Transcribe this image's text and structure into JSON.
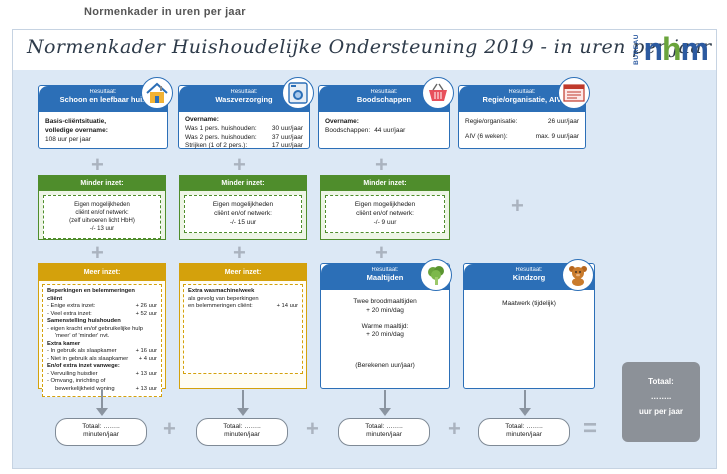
{
  "page_header": "Normenkader in uren per jaar",
  "title": "Normenkader Huishoudelijke Ondersteuning 2019 - in uren per jaar",
  "logo": {
    "bureau": "BUREAU",
    "n": "n",
    "h": "h",
    "m": "m"
  },
  "result_label": "Resultaat:",
  "cards": [
    {
      "title": "Schoon en leefbaar huis",
      "lines": [
        "Basis-cliëntsituatie,",
        "volledige overname:",
        "108 uur per jaar"
      ],
      "icon": "house-icon"
    },
    {
      "title": "Waszverzorging",
      "heading": "Overname:",
      "rows": [
        [
          "Was 1 pers. huishouden:",
          "30 uur/jaar"
        ],
        [
          "Was 2 pers. huishouden:",
          "37 uur/jaar"
        ],
        [
          "Strijken (1 of 2 pers.):",
          "17 uur/jaar"
        ]
      ],
      "icon": "washing-machine-icon"
    },
    {
      "title": "Boodschappen",
      "heading": "Overname:",
      "rows": [
        [
          "Boodschappen:",
          "44 uur/jaar"
        ]
      ],
      "icon": "shopping-basket-icon"
    },
    {
      "title": "Regie/organisatie, AIV",
      "rows": [
        [
          "Regie/organisatie:",
          "26 uur/jaar"
        ],
        [
          "AIV (6 weken):",
          "max. 9 uur/jaar"
        ]
      ],
      "icon": "planner-icon"
    },
    {
      "title": "Maaltijden",
      "lines": [
        "Twee broodmaaltijden",
        "+ 20 min/dag",
        "",
        "Warme maaltijd:",
        "+ 20 min/dag",
        "",
        "",
        "(Berekenen uur/jaar)"
      ],
      "icon": "broccoli-icon"
    },
    {
      "title": "Kindzorg",
      "lines": [
        "Maatwerk (tijdelijk)"
      ],
      "icon": "teddy-bear-icon"
    }
  ],
  "green": {
    "header": "Minder inzet:",
    "items": [
      {
        "lines": [
          "Eigen mogelijkheden",
          "cliënt en/of netwerk:",
          "(zelf uitvoeren licht HbH)",
          "-/- 13 uur"
        ]
      },
      {
        "lines": [
          "Eigen mogelijkheden",
          "cliënt en/of netwerk:",
          "-/- 15 uur"
        ]
      },
      {
        "lines": [
          "Eigen mogelijkheden",
          "cliënt en/of netwerk:",
          "-/- 9 uur"
        ]
      }
    ]
  },
  "yellow": {
    "header": "Meer inzet:",
    "items": [
      {
        "rows": [
          [
            "Beperkingen en belemmeringen cliënt",
            "",
            "bold"
          ],
          [
            "- Enige extra inzet:",
            "+ 26 uur",
            ""
          ],
          [
            "- Veel extra inzet:",
            "+ 52 uur",
            ""
          ],
          [
            "Samenstelling huishouden",
            "",
            "bold"
          ],
          [
            "- eigen kracht en/of gebruikelijke hulp",
            "",
            ""
          ],
          [
            "'meer' of 'minder' nvt.",
            "",
            "indent"
          ],
          [
            "Extra kamer",
            "",
            "bold"
          ],
          [
            "- In gebruik als slaapkamer",
            "+ 16 uur",
            ""
          ],
          [
            "- Niet in gebruik als slaapkamer",
            "+ 4 uur",
            ""
          ],
          [
            "En/of extra inzet vanwege:",
            "",
            "bold"
          ],
          [
            "- Vervuiling huisdier",
            "+ 13 uur",
            ""
          ],
          [
            "- Omvang, inrichting of",
            "",
            ""
          ],
          [
            "bewerkelijkheid woning",
            "+ 13 uur",
            "indent"
          ]
        ]
      },
      {
        "rows": [
          [
            "Extra wasmachine/week",
            "",
            "bold"
          ],
          [
            "als gevolg van beperkingen",
            "",
            ""
          ],
          [
            "en belemmeringen cliënt:",
            "+ 14 uur",
            ""
          ]
        ]
      }
    ]
  },
  "symbols": {
    "plus": "+",
    "equals": "="
  },
  "totals": [
    {
      "line1": "Totaal: ……..",
      "line2": "minuten/jaar"
    },
    {
      "line1": "Totaal: ……..",
      "line2": "minuten/jaar"
    },
    {
      "line1": "Totaal: ……..",
      "line2": "minuten/jaar"
    },
    {
      "line1": "Totaal: ……..",
      "line2": "minuten/jaar"
    }
  ],
  "final_total": {
    "label": "Totaal:",
    "dots": "……..",
    "unit": "uur per jaar"
  },
  "colors": {
    "blue": "#2c6fb7",
    "green": "#4f8d2c",
    "yellow": "#d4a10c",
    "grey": "#8c9198",
    "panel": "#dce8f5"
  }
}
